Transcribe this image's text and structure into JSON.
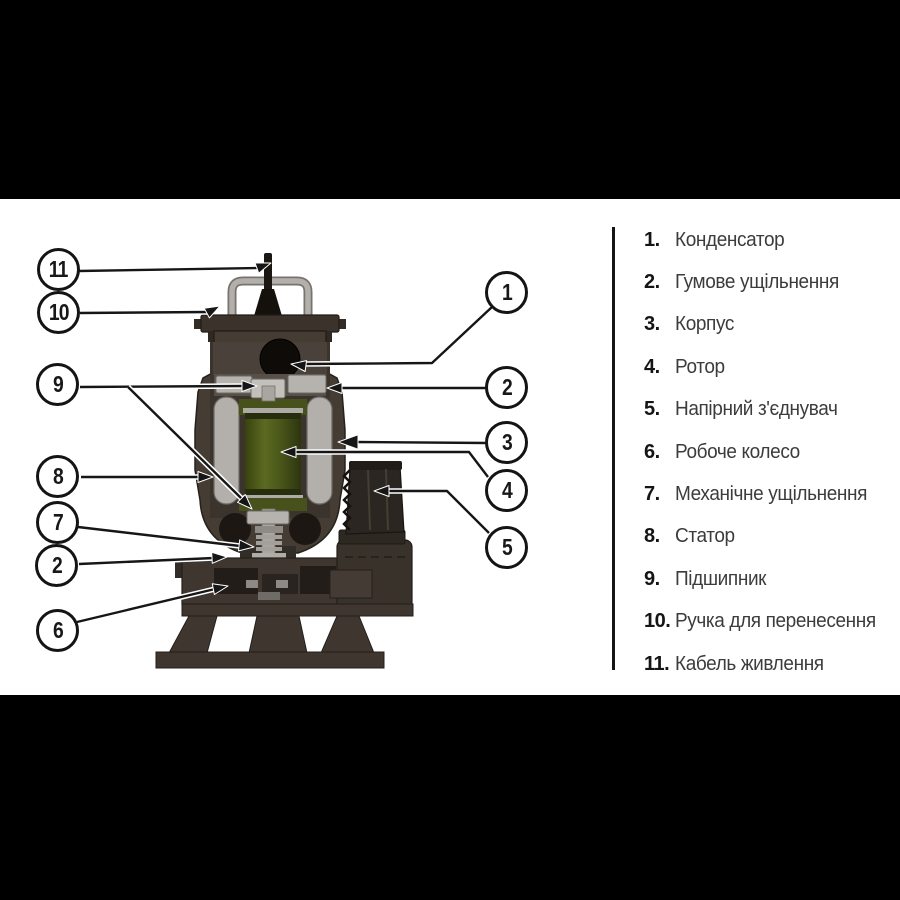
{
  "figure": {
    "type": "pump-parts-cutaway-diagram",
    "language": "uk"
  },
  "legend": {
    "items": [
      {
        "num": "1.",
        "label": "Конденсатор"
      },
      {
        "num": "2.",
        "label": "Гумове ущільнення"
      },
      {
        "num": "3.",
        "label": "Корпус"
      },
      {
        "num": "4.",
        "label": "Ротор"
      },
      {
        "num": "5.",
        "label": "Напірний з'єднувач"
      },
      {
        "num": "6.",
        "label": "Робоче колесо"
      },
      {
        "num": "7.",
        "label": "Механічне ущільнення"
      },
      {
        "num": "8.",
        "label": "Статор"
      },
      {
        "num": "9.",
        "label": "Підшипник"
      },
      {
        "num": "10.",
        "label": "Ручка для перенесення"
      },
      {
        "num": "11.",
        "label": "Кабель живлення"
      }
    ]
  },
  "callouts": {
    "left": [
      "11",
      "10",
      "9",
      "8",
      "7",
      "2",
      "6"
    ],
    "right": [
      "1",
      "2",
      "3",
      "4",
      "5"
    ]
  },
  "colors": {
    "background": "#ffffff",
    "letterbox": "#000000",
    "leader_line": "#161616",
    "housing_dark": "#3a332c",
    "housing_mid": "#453c34",
    "metal_gray": "#b5b2ae",
    "rotor_green": "#515e1e",
    "capacitor_black": "#0e0b09"
  }
}
